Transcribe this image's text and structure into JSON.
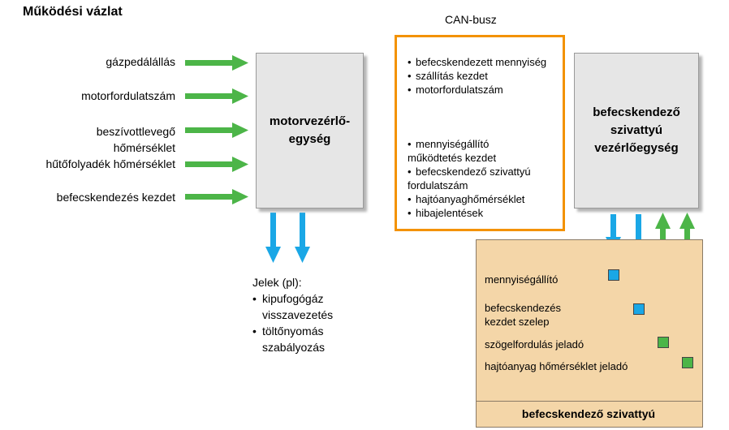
{
  "title": "Működési vázlat",
  "inputs": [
    {
      "label": "gázpedálállás"
    },
    {
      "label": "motorfordulatszám"
    },
    {
      "label": "beszívottlevegő"
    },
    {
      "label": "hőmérséklet"
    },
    {
      "label": "hűtőfolyadék hőmérséklet"
    },
    {
      "label": "befecskendezés kezdet"
    }
  ],
  "ecu": {
    "line1": "motorvezérlő-",
    "line2": "egység"
  },
  "can": {
    "title": "CAN-busz",
    "to_pump": [
      "befecskendezett mennyiség",
      "szállítás kezdet",
      "motorfordulatszám"
    ],
    "from_pump": [
      {
        "text": "mennyiségállító",
        "cont": "működtetés kezdet"
      },
      {
        "text": "befecskendező szivattyú",
        "cont": "fordulatszám"
      },
      {
        "text": "hajtóanyaghőmérséklet",
        "cont": ""
      },
      {
        "text": "hibajelentések",
        "cont": ""
      }
    ]
  },
  "pump_ecu": {
    "line1": "befecskendező",
    "line2": "szivattyú",
    "line3": "vezérlőegység"
  },
  "signals": {
    "title": "Jelek (pl):",
    "items": [
      {
        "text": "kipufogógáz",
        "cont": "visszavezetés"
      },
      {
        "text": "töltőnyomás",
        "cont": "szabályozás"
      }
    ]
  },
  "pump": {
    "components": [
      "mennyiségállító",
      "befecskendezés",
      "kezdet szelep",
      "szögelfordulás jeladó",
      "hajtóanyag hőmérséklet jeladó"
    ],
    "footer": "befecskendező szivattyú"
  },
  "colors": {
    "green": "#4cb548",
    "blue": "#1aa7e6",
    "orange": "#f39200",
    "grey": "#e6e6e6",
    "pump_bg": "#f4d6a8"
  }
}
